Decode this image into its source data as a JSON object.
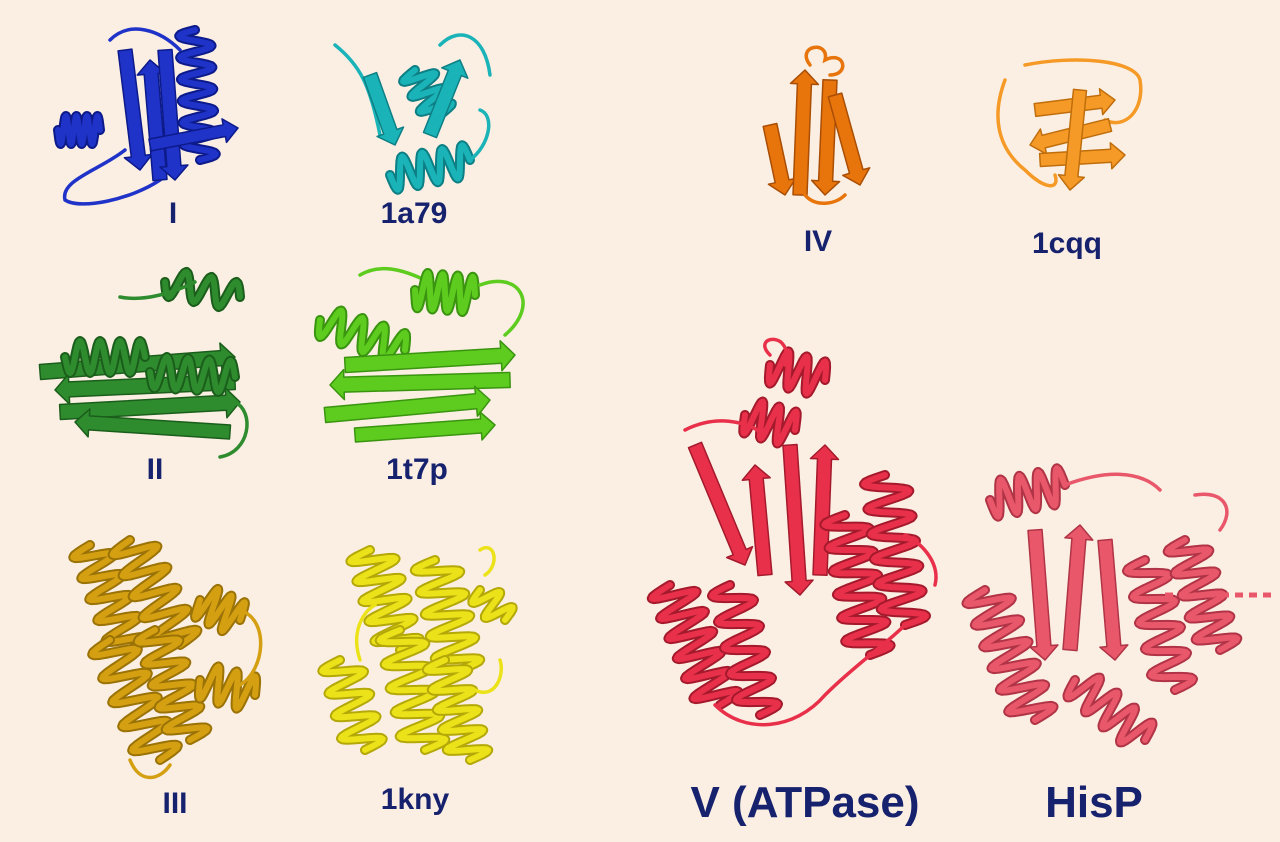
{
  "proteins": [
    {
      "id": "I",
      "label": "I",
      "color": "#1f33c8",
      "shade": "#0c1a8a",
      "kind": "mixed"
    },
    {
      "id": "1a79",
      "label": "1a79",
      "color": "#1ab3b8",
      "shade": "#0d7f84",
      "kind": "mixed"
    },
    {
      "id": "II",
      "label": "II",
      "color": "#2e8c2e",
      "shade": "#1b5e1b",
      "kind": "sheet"
    },
    {
      "id": "1t7p",
      "label": "1t7p",
      "color": "#5dcc1e",
      "shade": "#3a9410",
      "kind": "sheet"
    },
    {
      "id": "III",
      "label": "III",
      "color": "#d4a012",
      "shade": "#9a7206",
      "kind": "helix"
    },
    {
      "id": "1kny",
      "label": "1kny",
      "color": "#ece21a",
      "shade": "#b4a808",
      "kind": "helix"
    },
    {
      "id": "IV",
      "label": "IV",
      "color": "#e8740c",
      "shade": "#a94e04",
      "kind": "barrel"
    },
    {
      "id": "1cqq",
      "label": "1cqq",
      "color": "#f59a26",
      "shade": "#c06e0c",
      "kind": "barrel"
    },
    {
      "id": "V",
      "label": "V (ATPase)",
      "color": "#e8304a",
      "shade": "#a41a2c",
      "kind": "large"
    },
    {
      "id": "HisP",
      "label": "HisP",
      "color": "#e8586a",
      "shade": "#b03446",
      "kind": "large"
    }
  ]
}
